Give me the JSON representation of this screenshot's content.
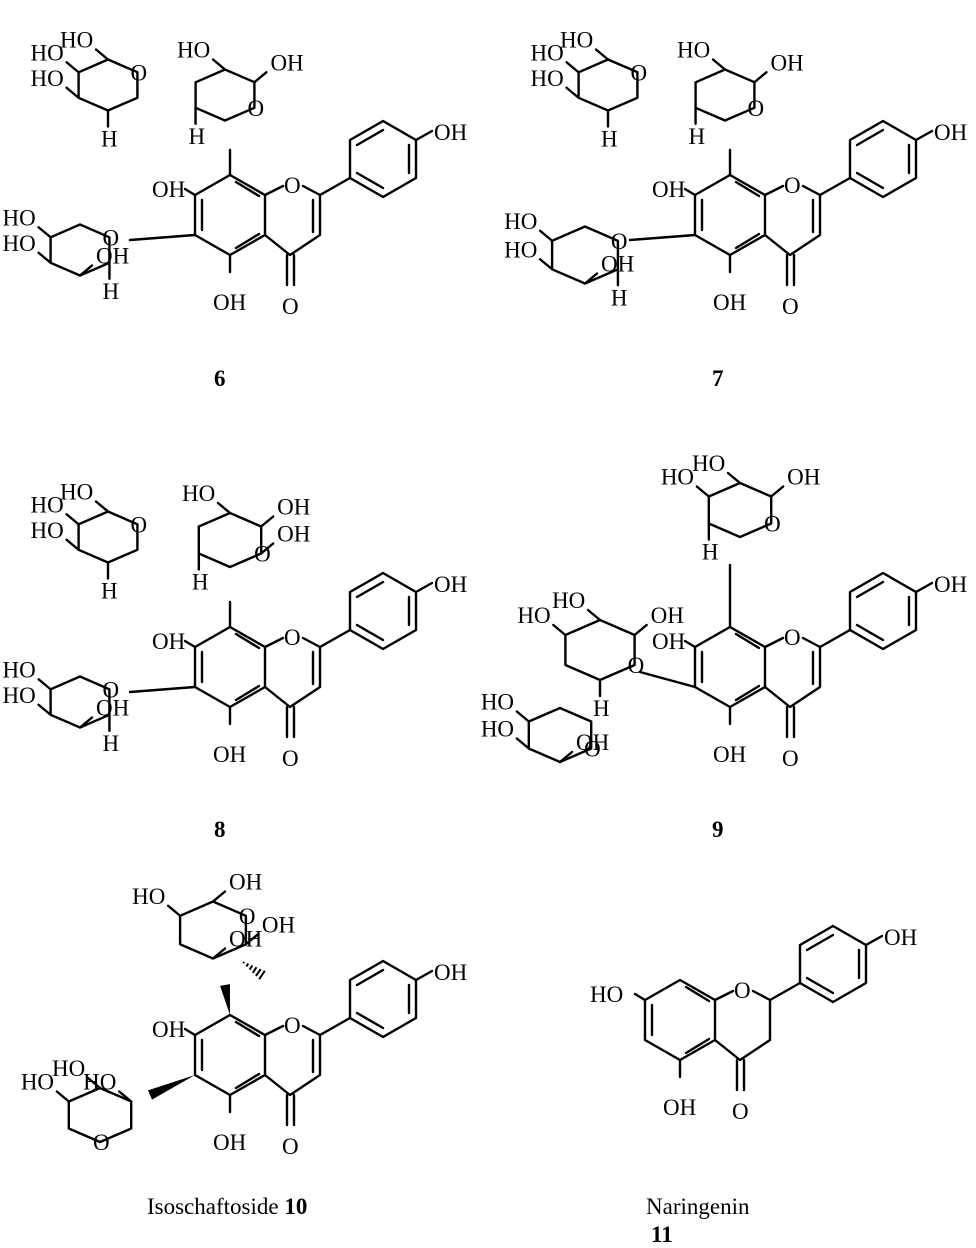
{
  "compounds": [
    {
      "id": "c6",
      "number": "6"
    },
    {
      "id": "c7",
      "number": "7"
    },
    {
      "id": "c8",
      "number": "8"
    },
    {
      "id": "c9",
      "number": "9"
    },
    {
      "id": "c10",
      "name": "Isoschaftoside",
      "number": "10"
    },
    {
      "id": "c11",
      "name": "Naringenin",
      "number": "11"
    }
  ],
  "atom_labels": {
    "hydroxyl": "OH",
    "hydroxyl_left": "HO",
    "oxygen": "O",
    "hydrogen": "H"
  }
}
